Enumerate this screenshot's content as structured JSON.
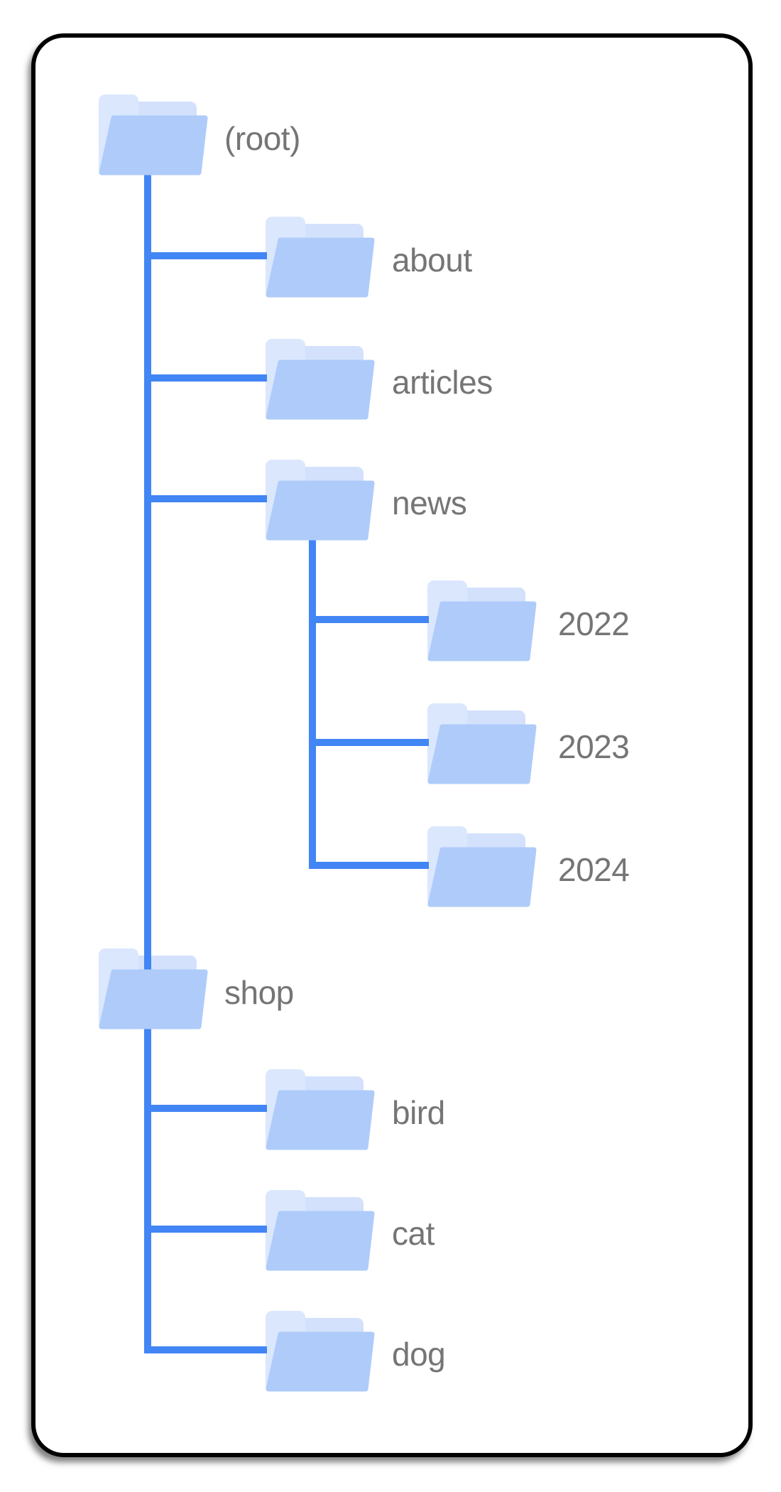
{
  "diagram": {
    "description": "Folder tree diagram of a website URL structure inside a rounded card",
    "colors": {
      "connector_line": "#4285f4",
      "folder_front": "#aecbfa",
      "folder_middle": "#d3e1fc",
      "folder_back": "#dbe7fd",
      "label_text": "#757575",
      "card_border": "#000000",
      "card_background": "#ffffff"
    },
    "nodes": [
      {
        "id": "root",
        "label": "(root)",
        "depth": 0,
        "parent": null
      },
      {
        "id": "about",
        "label": "about",
        "depth": 1,
        "parent": "root"
      },
      {
        "id": "articles",
        "label": "articles",
        "depth": 1,
        "parent": "root"
      },
      {
        "id": "news",
        "label": "news",
        "depth": 1,
        "parent": "root"
      },
      {
        "id": "y2022",
        "label": "2022",
        "depth": 2,
        "parent": "news"
      },
      {
        "id": "y2023",
        "label": "2023",
        "depth": 2,
        "parent": "news"
      },
      {
        "id": "y2024",
        "label": "2024",
        "depth": 2,
        "parent": "news"
      },
      {
        "id": "shop",
        "label": "shop",
        "depth": 1,
        "parent": "root"
      },
      {
        "id": "bird",
        "label": "bird",
        "depth": 2,
        "parent": "shop"
      },
      {
        "id": "cat",
        "label": "cat",
        "depth": 2,
        "parent": "shop"
      },
      {
        "id": "dog",
        "label": "dog",
        "depth": 2,
        "parent": "shop"
      }
    ]
  }
}
